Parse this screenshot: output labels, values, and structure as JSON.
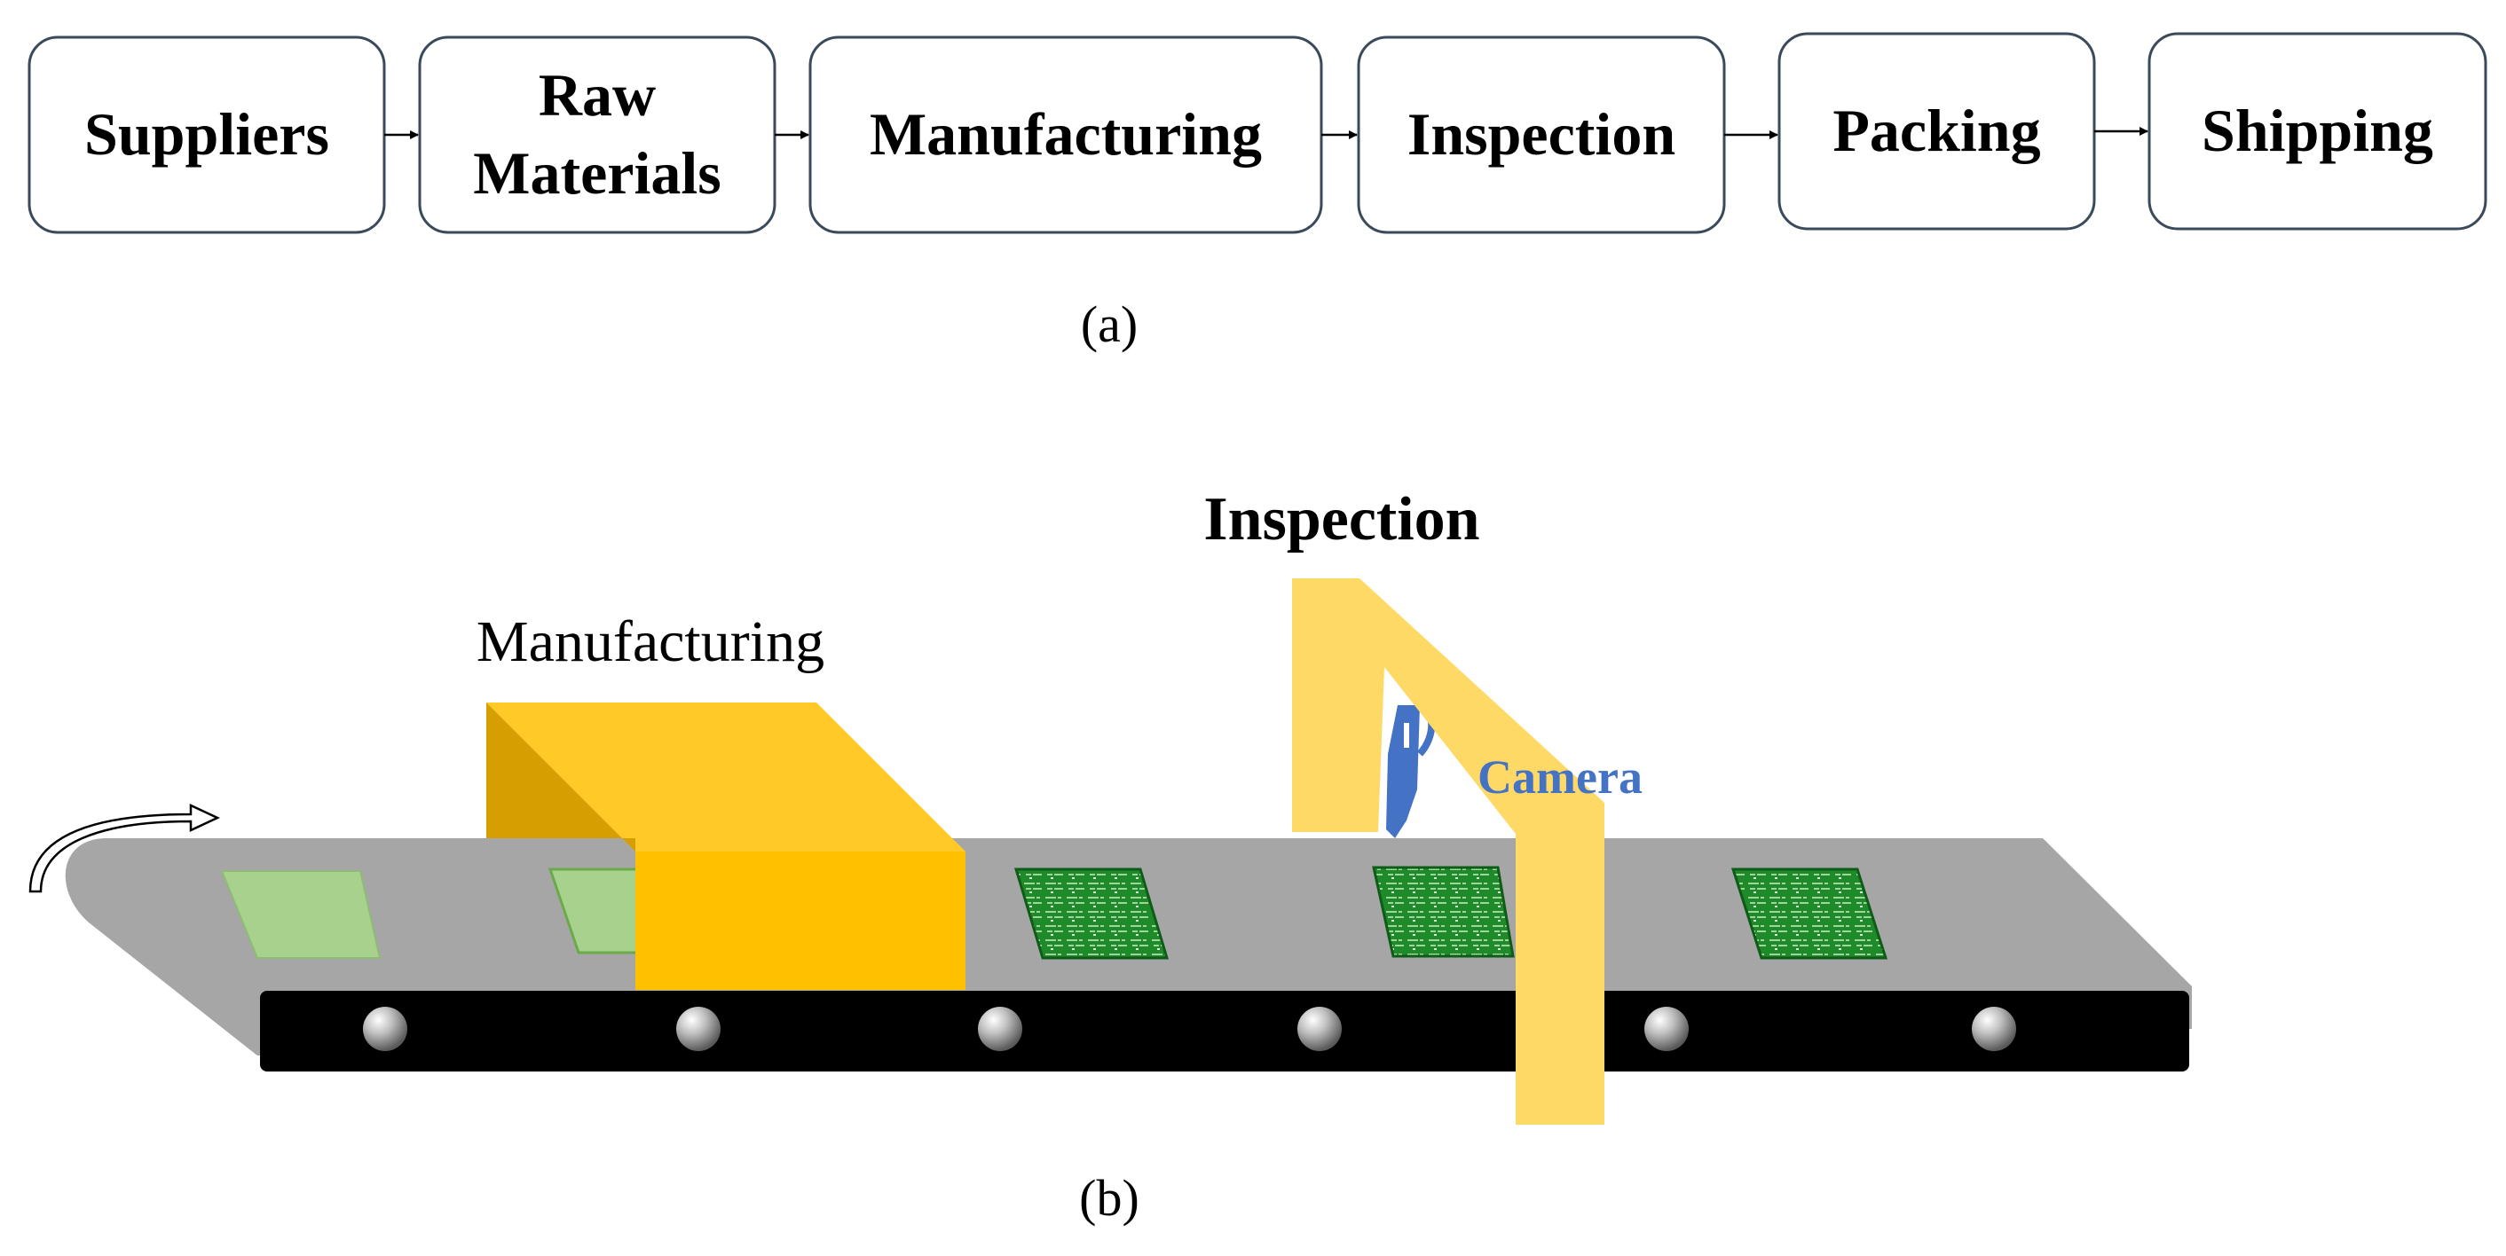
{
  "flow": {
    "steps": [
      "Suppliers",
      "Raw Materials",
      "Manufacturing",
      "Inspection",
      "Packing",
      "Shipping"
    ]
  },
  "labels": {
    "part_a": "(a)",
    "part_b": "(b)",
    "manufacturing": "Manufacturing",
    "inspection": "Inspection",
    "camera": "Camera"
  },
  "colors": {
    "box_border": "#3a4a5a",
    "belt_gray": "#a6a6a6",
    "roller_band": "#000000",
    "station_yellow": "#ffc000",
    "station_yellow_light": "#ffca28",
    "station_shadow": "#d69e00",
    "arm_yellow": "#ffd966",
    "camera_blue": "#4472c4",
    "pcb_green": "#1e8a2a",
    "raw_board_green": "#a9d18e"
  }
}
